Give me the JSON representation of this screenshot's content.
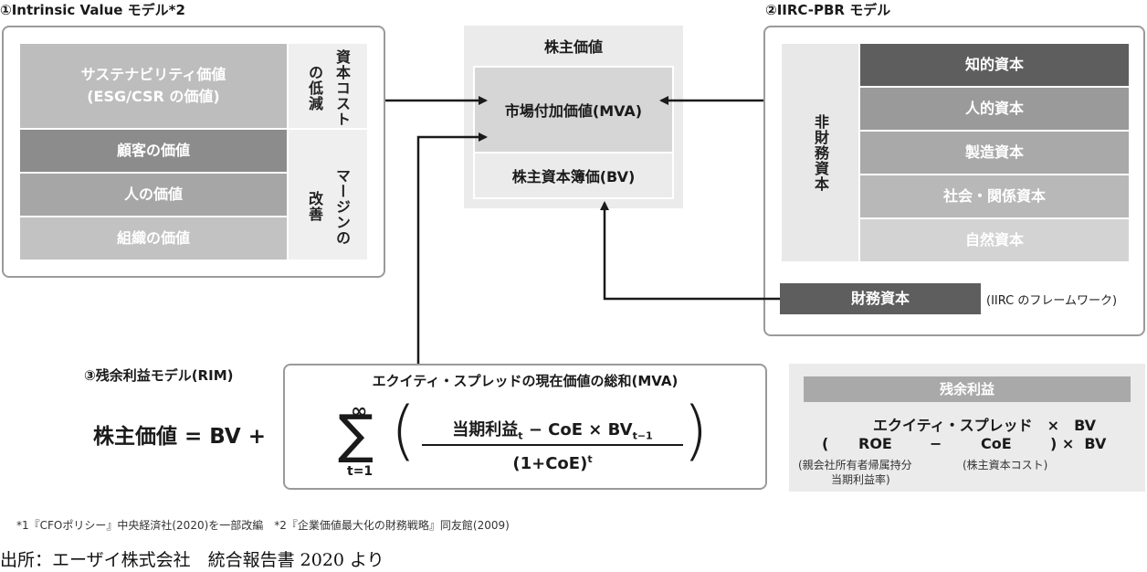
{
  "intrinsic": {
    "title": "①Intrinsic Value モデル*2",
    "cells": [
      {
        "label": "サステナビリティ価値",
        "label2": "(ESG/CSR の価値)",
        "color": "#bdbdbd"
      },
      {
        "label": "顧客の価値",
        "color": "#8c8c8c"
      },
      {
        "label": "人の価値",
        "color": "#a6a6a6"
      },
      {
        "label": "組織の価値",
        "color": "#c2c2c2"
      }
    ],
    "right_top_col1": "資本コスト",
    "right_top_col2": "の低減",
    "right_bottom_col1": "マージンの",
    "right_bottom_col2": "改善"
  },
  "center": {
    "title": "株主価値",
    "mva": "市場付加価値(MVA)",
    "bv": "株主資本簿価(BV)"
  },
  "iirc": {
    "title": "②IIRC-PBR モデル",
    "non_financial": "非財務資本",
    "cells": [
      {
        "label": "知的資本",
        "color": "#5e5e5e"
      },
      {
        "label": "人的資本",
        "color": "#9a9a9a"
      },
      {
        "label": "製造資本",
        "color": "#a9a9a9"
      },
      {
        "label": "社会・関係資本",
        "color": "#b8b8b8"
      },
      {
        "label": "自然資本",
        "color": "#d3d3d3"
      }
    ],
    "financial": "財務資本",
    "framework_note": "(IIRC のフレームワーク)"
  },
  "rim": {
    "title": "③残余利益モデル(RIM)",
    "lhs": "株主価値 = BV +",
    "box_title": "エクイティ・スプレッドの現在価値の総和(MVA)",
    "sigma": "∑",
    "infinity": "∞",
    "t_eq_1": "t=1",
    "numerator": "当期利益",
    "numerator_sub": "t",
    "numerator_rest": " − CoE × BV",
    "numerator_sub2": "t−1",
    "denominator": "(1+CoE)",
    "denominator_sup": "t",
    "open_paren": "(",
    "close_paren": ")"
  },
  "residual": {
    "title": "残余利益",
    "line1": "エクイティ・スプレッド　×　BV",
    "line2_open": "(",
    "line2_roe": "ROE",
    "line2_minus": "−",
    "line2_coe": "CoE",
    "line2_close": ") ×  BV",
    "note1": "(親会社所有者帰属持分",
    "note1b": "当期利益率)",
    "note2": "(株主資本コスト)"
  },
  "footnote": "*1『CFOポリシー』中央経済社(2020)を一部改編　*2『企業価値最大化の財務戦略』同友館(2009)",
  "source": "出所：エーザイ株式会社　統合報告書 2020 より"
}
